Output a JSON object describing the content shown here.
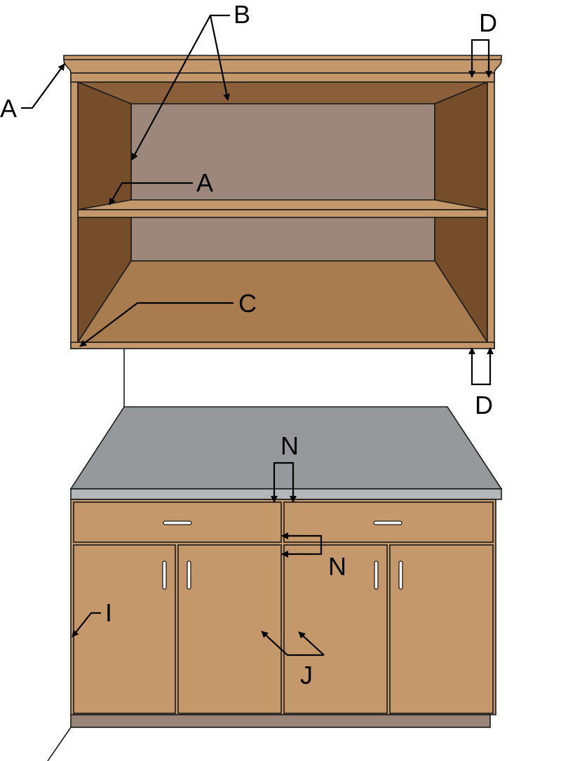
{
  "labels": {
    "A_crown": "A",
    "A_shelf": "A",
    "B": "B",
    "C": "C",
    "D_top": "D",
    "D_bottom": "D",
    "N_top": "N",
    "N_side": "N",
    "I": "I",
    "J": "J"
  },
  "colors": {
    "face": "#c4986a",
    "crown": "#c4986a",
    "back_panel": "#9c877a",
    "side_panel": "#764d2a",
    "top_panel": "#8c5f3b",
    "bottom_panel": "#a87c4f",
    "countertop": "#97989b",
    "counter_edge": "#b5b6b8",
    "toe_kick": "#9a8377",
    "outline": "#1b1b1b"
  }
}
